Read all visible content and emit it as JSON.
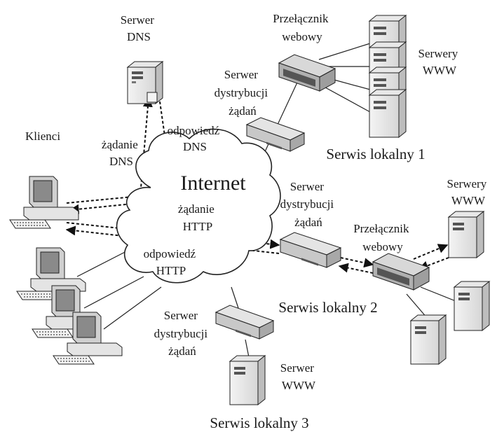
{
  "labels": {
    "dns_server": [
      "Serwer",
      "DNS"
    ],
    "clients": "Klienci",
    "dns_request": [
      "żądanie",
      "DNS"
    ],
    "dns_response": [
      "odpowiedź",
      "DNS"
    ],
    "internet": "Internet",
    "http_request": [
      "żądanie",
      "HTTP"
    ],
    "http_response": [
      "odpowiedź",
      "HTTP"
    ],
    "switch_1": [
      "Przełącznik",
      "webowy"
    ],
    "www_servers_1": [
      "Serwery",
      "WWW"
    ],
    "dispatcher_1": [
      "Serwer",
      "dystrybucji",
      "żądań"
    ],
    "site_1": "Serwis lokalny 1",
    "dispatcher_2": [
      "Serwer",
      "dystrybucji",
      "żądań"
    ],
    "www_servers_2": [
      "Serwery",
      "WWW"
    ],
    "switch_2": [
      "Przełącznik",
      "webowy"
    ],
    "site_2": "Serwis lokalny 2",
    "dispatcher_3": [
      "Serwer",
      "dystrybucji",
      "żądań"
    ],
    "www_server_3": [
      "Serwer",
      "WWW"
    ],
    "site_3": "Serwis lokalny 3"
  }
}
